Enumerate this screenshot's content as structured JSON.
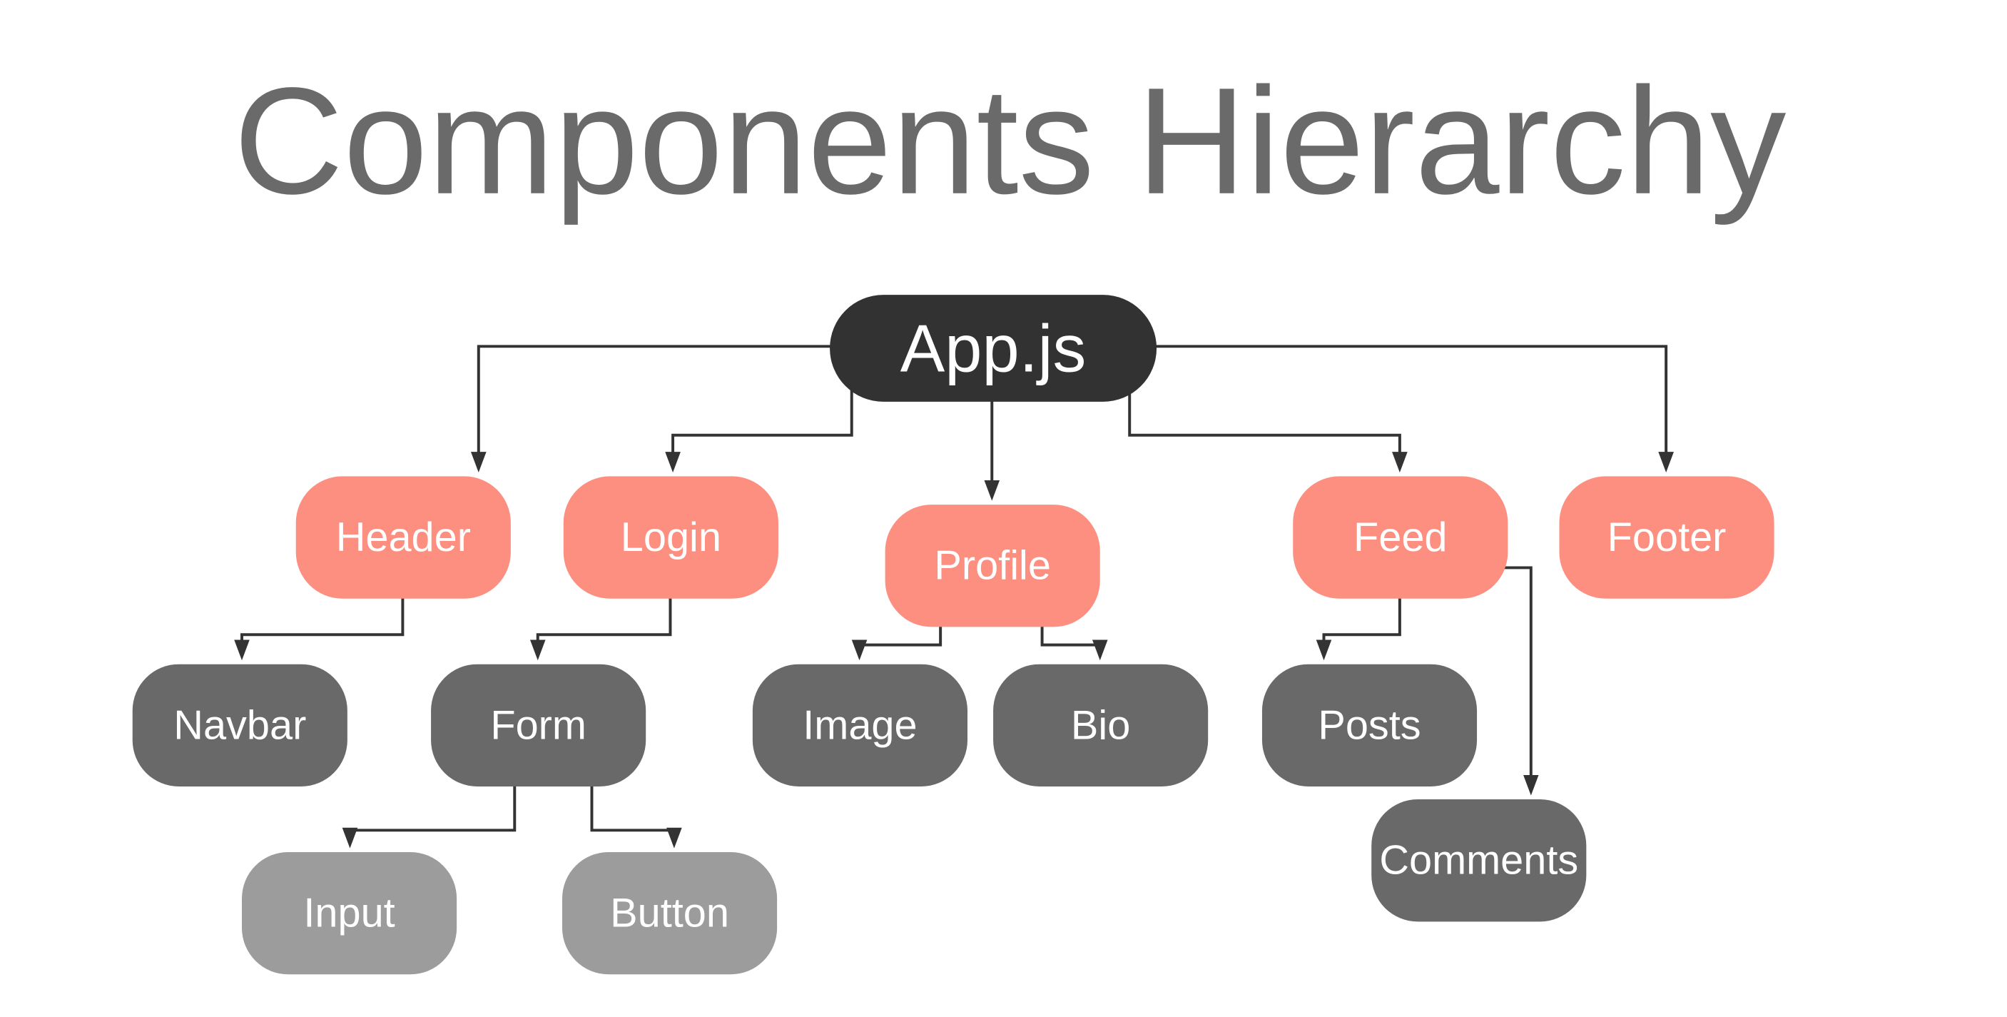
{
  "title": "Components Hierarchy",
  "colors": {
    "background": "#ffffff",
    "title": "#6a6a6a",
    "root_node": "#323232",
    "level2_node": "#fc8f80",
    "level3_node": "#696969",
    "level4_node": "#9c9c9c",
    "node_text": "#ffffff",
    "connector": "#333333"
  },
  "diagram": {
    "nodes": [
      {
        "id": "app",
        "label": "App.js",
        "level": "root"
      },
      {
        "id": "header",
        "label": "Header",
        "level": "level2"
      },
      {
        "id": "login",
        "label": "Login",
        "level": "level2"
      },
      {
        "id": "profile",
        "label": "Profile",
        "level": "level2"
      },
      {
        "id": "feed",
        "label": "Feed",
        "level": "level2"
      },
      {
        "id": "footer",
        "label": "Footer",
        "level": "level2"
      },
      {
        "id": "navbar",
        "label": "Navbar",
        "level": "level3"
      },
      {
        "id": "form",
        "label": "Form",
        "level": "level3"
      },
      {
        "id": "image",
        "label": "Image",
        "level": "level3"
      },
      {
        "id": "bio",
        "label": "Bio",
        "level": "level3"
      },
      {
        "id": "posts",
        "label": "Posts",
        "level": "level3"
      },
      {
        "id": "comments",
        "label": "Comments",
        "level": "level3"
      },
      {
        "id": "input",
        "label": "Input",
        "level": "level4"
      },
      {
        "id": "button",
        "label": "Button",
        "level": "level4"
      }
    ],
    "edges": [
      {
        "from": "app",
        "to": "header"
      },
      {
        "from": "app",
        "to": "login"
      },
      {
        "from": "app",
        "to": "profile"
      },
      {
        "from": "app",
        "to": "feed"
      },
      {
        "from": "app",
        "to": "footer"
      },
      {
        "from": "header",
        "to": "navbar"
      },
      {
        "from": "login",
        "to": "form"
      },
      {
        "from": "profile",
        "to": "image"
      },
      {
        "from": "profile",
        "to": "bio"
      },
      {
        "from": "feed",
        "to": "posts"
      },
      {
        "from": "feed",
        "to": "comments"
      },
      {
        "from": "form",
        "to": "input"
      },
      {
        "from": "form",
        "to": "button"
      }
    ]
  }
}
